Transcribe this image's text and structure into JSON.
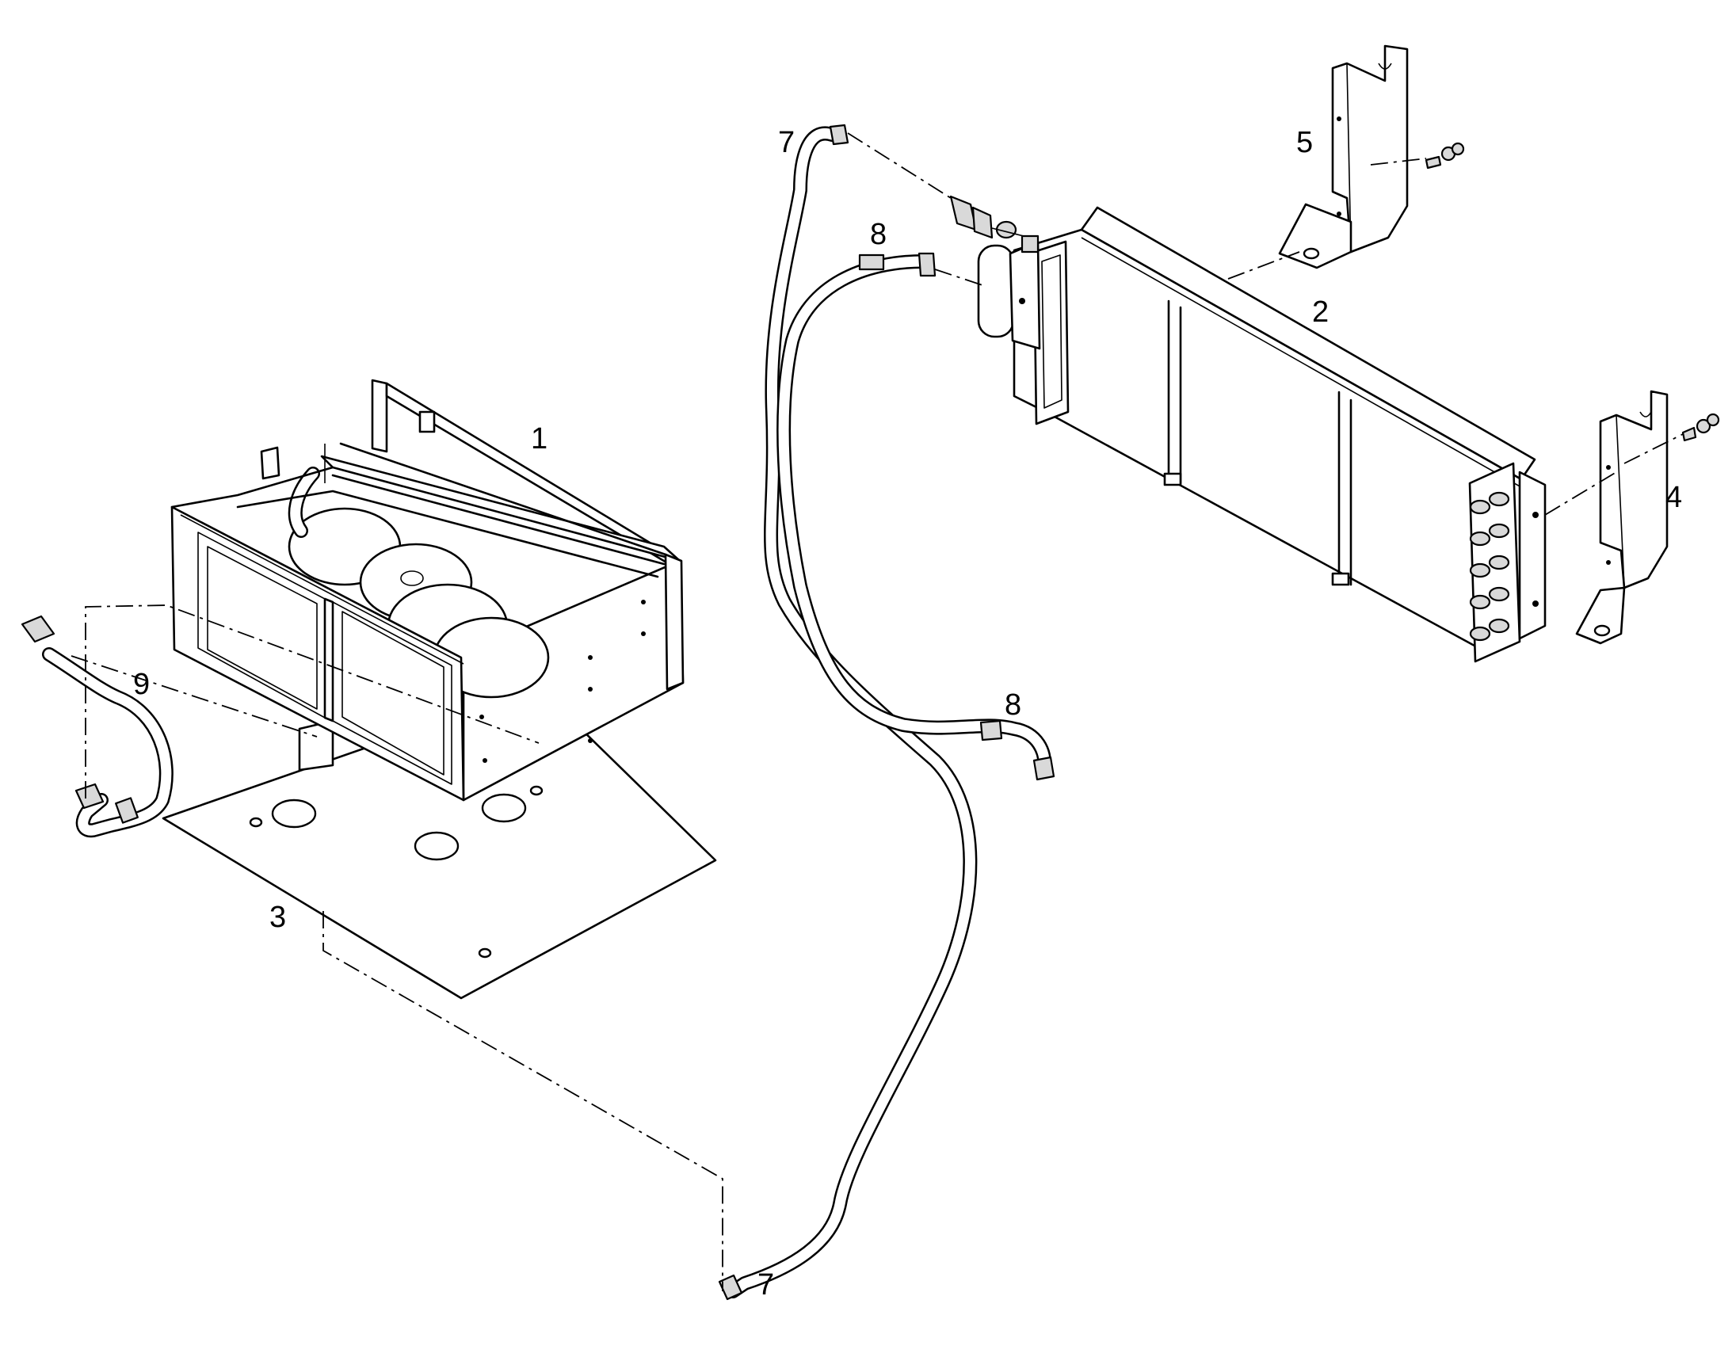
{
  "callouts": {
    "c1": "1",
    "c2": "2",
    "c3": "3",
    "c4": "4",
    "c5": "5",
    "c7a": "7",
    "c7b": "7",
    "c8a": "8",
    "c8b": "8",
    "c9": "9"
  }
}
